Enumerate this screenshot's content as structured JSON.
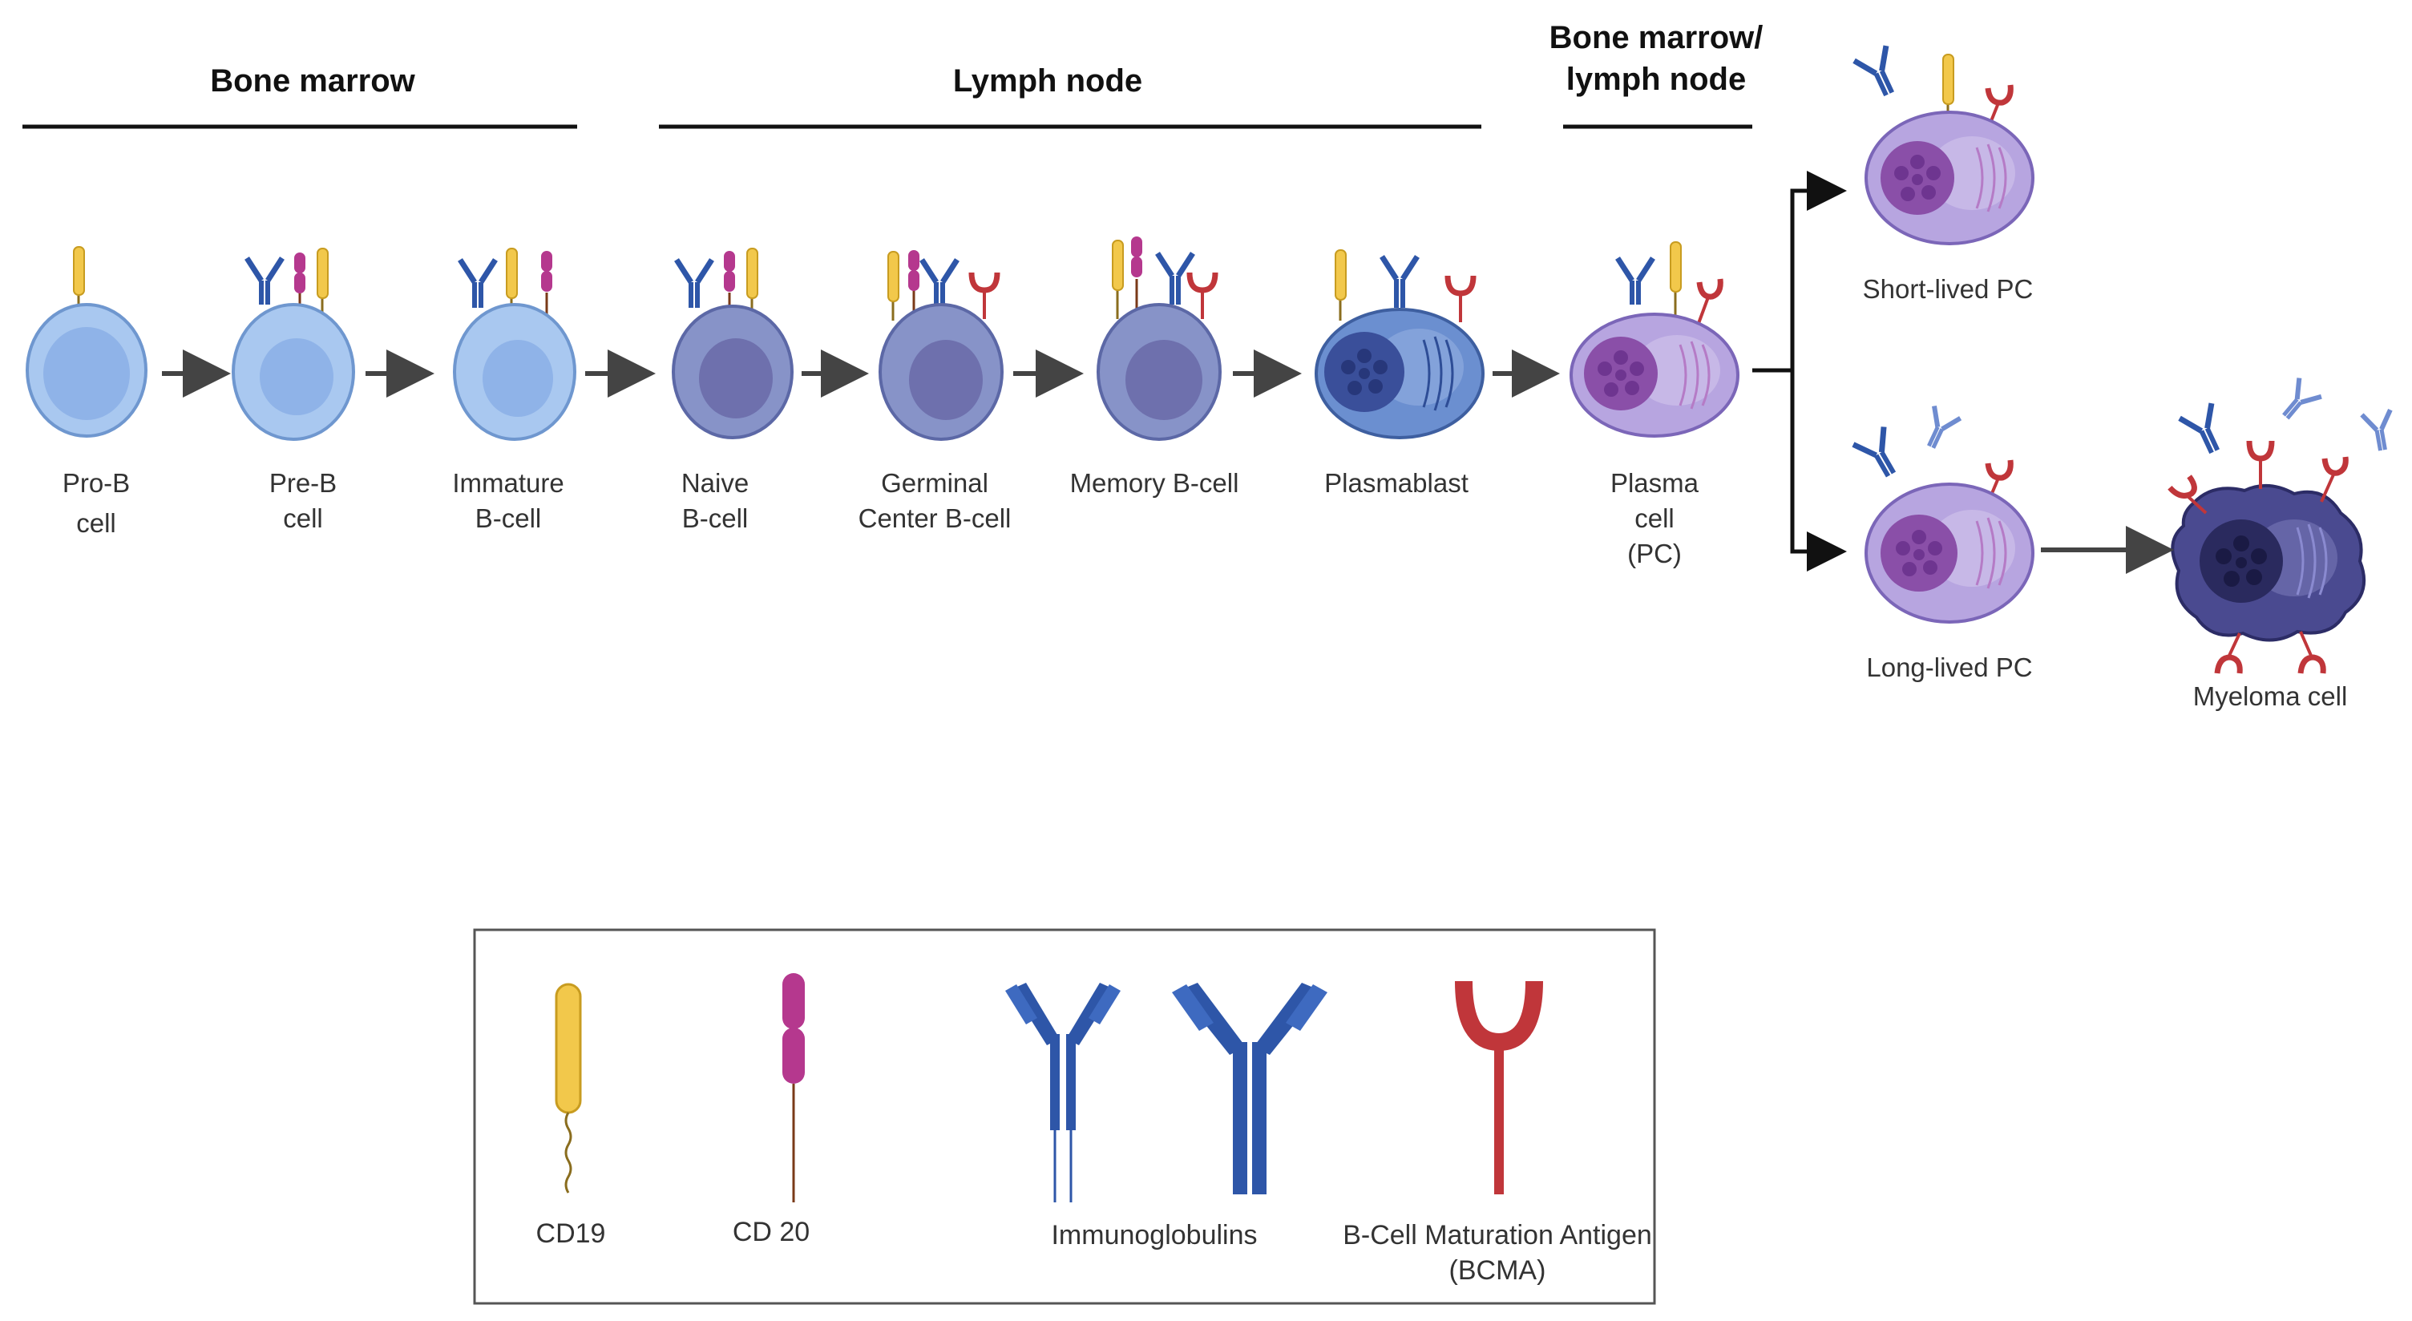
{
  "regions": [
    {
      "id": "bone-marrow",
      "lines": [
        "Bone marrow"
      ]
    },
    {
      "id": "lymph-node",
      "lines": [
        "Lymph node"
      ]
    },
    {
      "id": "bone-marrow-lymph-node",
      "lines": [
        "Bone marrow/",
        "lymph node"
      ]
    }
  ],
  "cells": [
    {
      "id": "pro-b-cell",
      "label": [
        "Pro-B",
        "cell"
      ]
    },
    {
      "id": "pre-b-cell",
      "label": [
        "Pre-B",
        "cell"
      ]
    },
    {
      "id": "immature-b-cell",
      "label": [
        "Immature",
        "B-cell"
      ]
    },
    {
      "id": "naive-b-cell",
      "label": [
        "Naive",
        "B-cell"
      ]
    },
    {
      "id": "germinal-center-b-cell",
      "label": [
        "Germinal",
        "Center B-cell"
      ]
    },
    {
      "id": "memory-b-cell",
      "label": [
        "Memory B-cell"
      ]
    },
    {
      "id": "plasmablast",
      "label": [
        "Plasmablast"
      ]
    },
    {
      "id": "plasma-cell",
      "label": [
        "Plasma",
        "cell",
        "(PC)"
      ]
    },
    {
      "id": "short-lived-pc",
      "label": [
        "Short-lived PC"
      ]
    },
    {
      "id": "long-lived-pc",
      "label": [
        "Long-lived PC"
      ]
    },
    {
      "id": "myeloma-cell",
      "label": [
        "Myeloma cell"
      ]
    }
  ],
  "legend": {
    "cd19": [
      "CD19"
    ],
    "cd20": [
      "CD 20"
    ],
    "immunoglobulins": [
      "Immunoglobulins"
    ],
    "bcma": [
      "B-Cell Maturation Antigen",
      "(BCMA)"
    ]
  },
  "colors": {
    "cd19": "#f2c84b",
    "cd20": "#b5388e",
    "immunoglobulin": "#2e56a8",
    "immunoglobulin_light": "#6f8cd0",
    "bcma": "#c0363a",
    "b_cell_light": "#a9c8f0",
    "b_cell_mid": "#8793c8",
    "plasmablast": "#6b8fd0",
    "plasma_cell": "#b7a5e0",
    "myeloma": "#4a4a90",
    "arrow": "#444444"
  }
}
